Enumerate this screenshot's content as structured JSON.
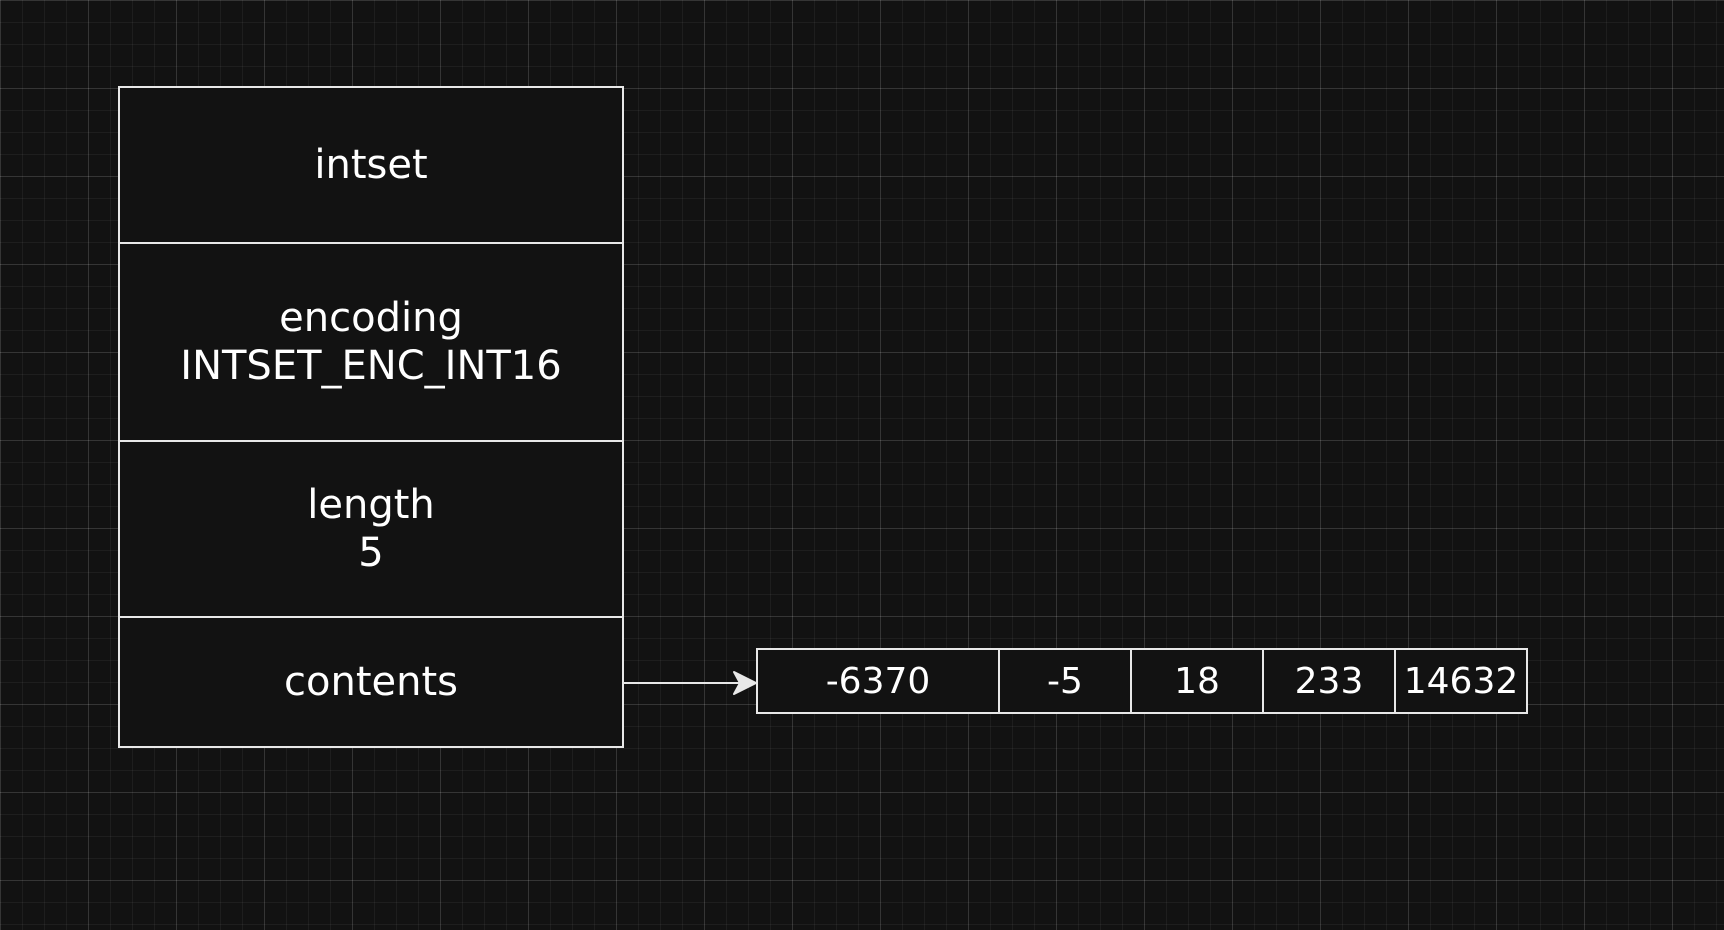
{
  "diagram": {
    "struct": {
      "name": "intset",
      "encoding_label": "encoding",
      "encoding_value": "INTSET_ENC_INT16",
      "length_label": "length",
      "length_value": "5",
      "contents_label": "contents"
    },
    "contents_array": [
      "-6370",
      "-5",
      "18",
      "233",
      "14632"
    ],
    "colors": {
      "background": "#121212",
      "stroke": "#e8e8e8",
      "text": "#ffffff"
    }
  }
}
